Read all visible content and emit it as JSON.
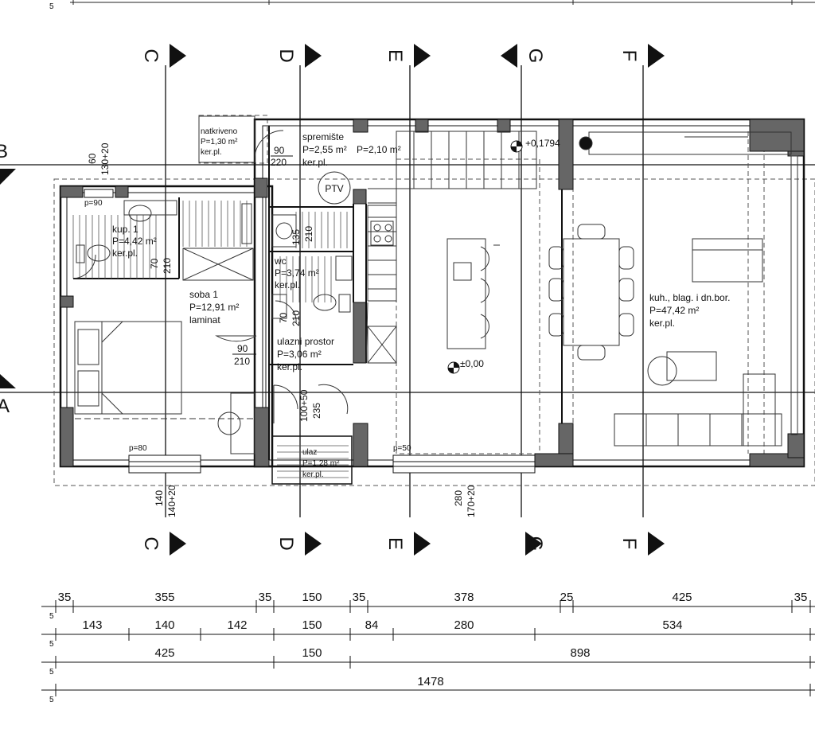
{
  "section_labels": [
    "C",
    "D",
    "E",
    "G",
    "F"
  ],
  "side_labels": {
    "b": "B",
    "a": "A"
  },
  "rooms": {
    "natkriveno": {
      "name": "natkriveno",
      "area": "P=1,30 m²",
      "floor": "ker.pl."
    },
    "spremiste": {
      "name": "spremište",
      "area": "P=2,55 m²",
      "area2": "P=2,10 m²",
      "floor": "ker.pl."
    },
    "kup": {
      "name": "kup. 1",
      "area": "P=4,42 m²",
      "floor": "ker.pl."
    },
    "soba": {
      "name": "soba 1",
      "area": "P=12,91 m²",
      "floor": "laminat"
    },
    "wc": {
      "name": "wc",
      "area": "P=3,74 m²",
      "floor": "ker.pl."
    },
    "ulazni": {
      "name": "ulazni prostor",
      "area": "P=3,06 m²",
      "floor": "ker.pl."
    },
    "ulaz": {
      "name": "ulaz",
      "area": "P=1,28 m²",
      "floor": "ker.pl."
    },
    "kuh": {
      "name": "kuh., blag. i dn.bor.",
      "area": "P=47,42 m²",
      "floor": "ker.pl."
    }
  },
  "labels": {
    "ptv": "PTV",
    "level_top": "+0,1794",
    "level_main": "±0,00",
    "p90": "p=90",
    "p80": "p=80",
    "p50": "p=50"
  },
  "openings": {
    "d1_w": "90",
    "d1_h": "220",
    "d2_w": "90",
    "d2_h": "210",
    "d3_w": "70",
    "d3_h": "210",
    "d4_w": "70",
    "d4_h": "210",
    "d5_w": "100+50",
    "d5_h": "235",
    "w1_w": "60",
    "w1_h": "130+20",
    "w2_w": "135",
    "w2_h": "210",
    "w3_w": "140",
    "w3_h": "140+20",
    "w4_w": "280",
    "w4_h": "170+20"
  },
  "dims": {
    "row1": [
      "35",
      "355",
      "35",
      "150",
      "35",
      "378",
      "25",
      "425",
      "35"
    ],
    "row2": [
      "143",
      "140",
      "142",
      "150",
      "84",
      "280",
      "534"
    ],
    "row3": [
      "425",
      "150",
      "898"
    ],
    "row4": [
      "1478"
    ],
    "side": "5"
  }
}
